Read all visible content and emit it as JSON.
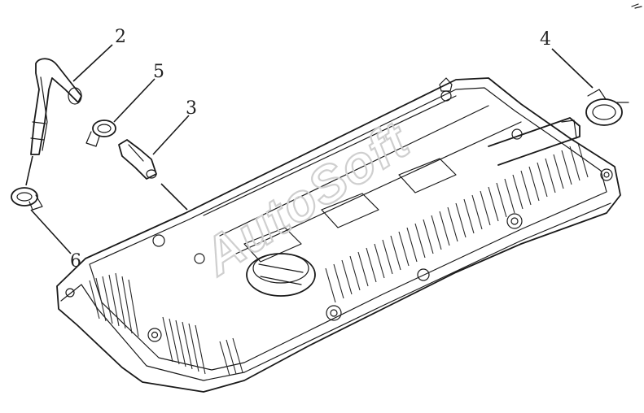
{
  "diagram": {
    "callouts": [
      {
        "id": "hose",
        "label": "2"
      },
      {
        "id": "valve",
        "label": "3"
      },
      {
        "id": "clamp-right",
        "label": "4"
      },
      {
        "id": "clamp-upper",
        "label": "5"
      },
      {
        "id": "clamp-lower",
        "label": "6"
      }
    ],
    "watermark": "AutoSoft"
  }
}
